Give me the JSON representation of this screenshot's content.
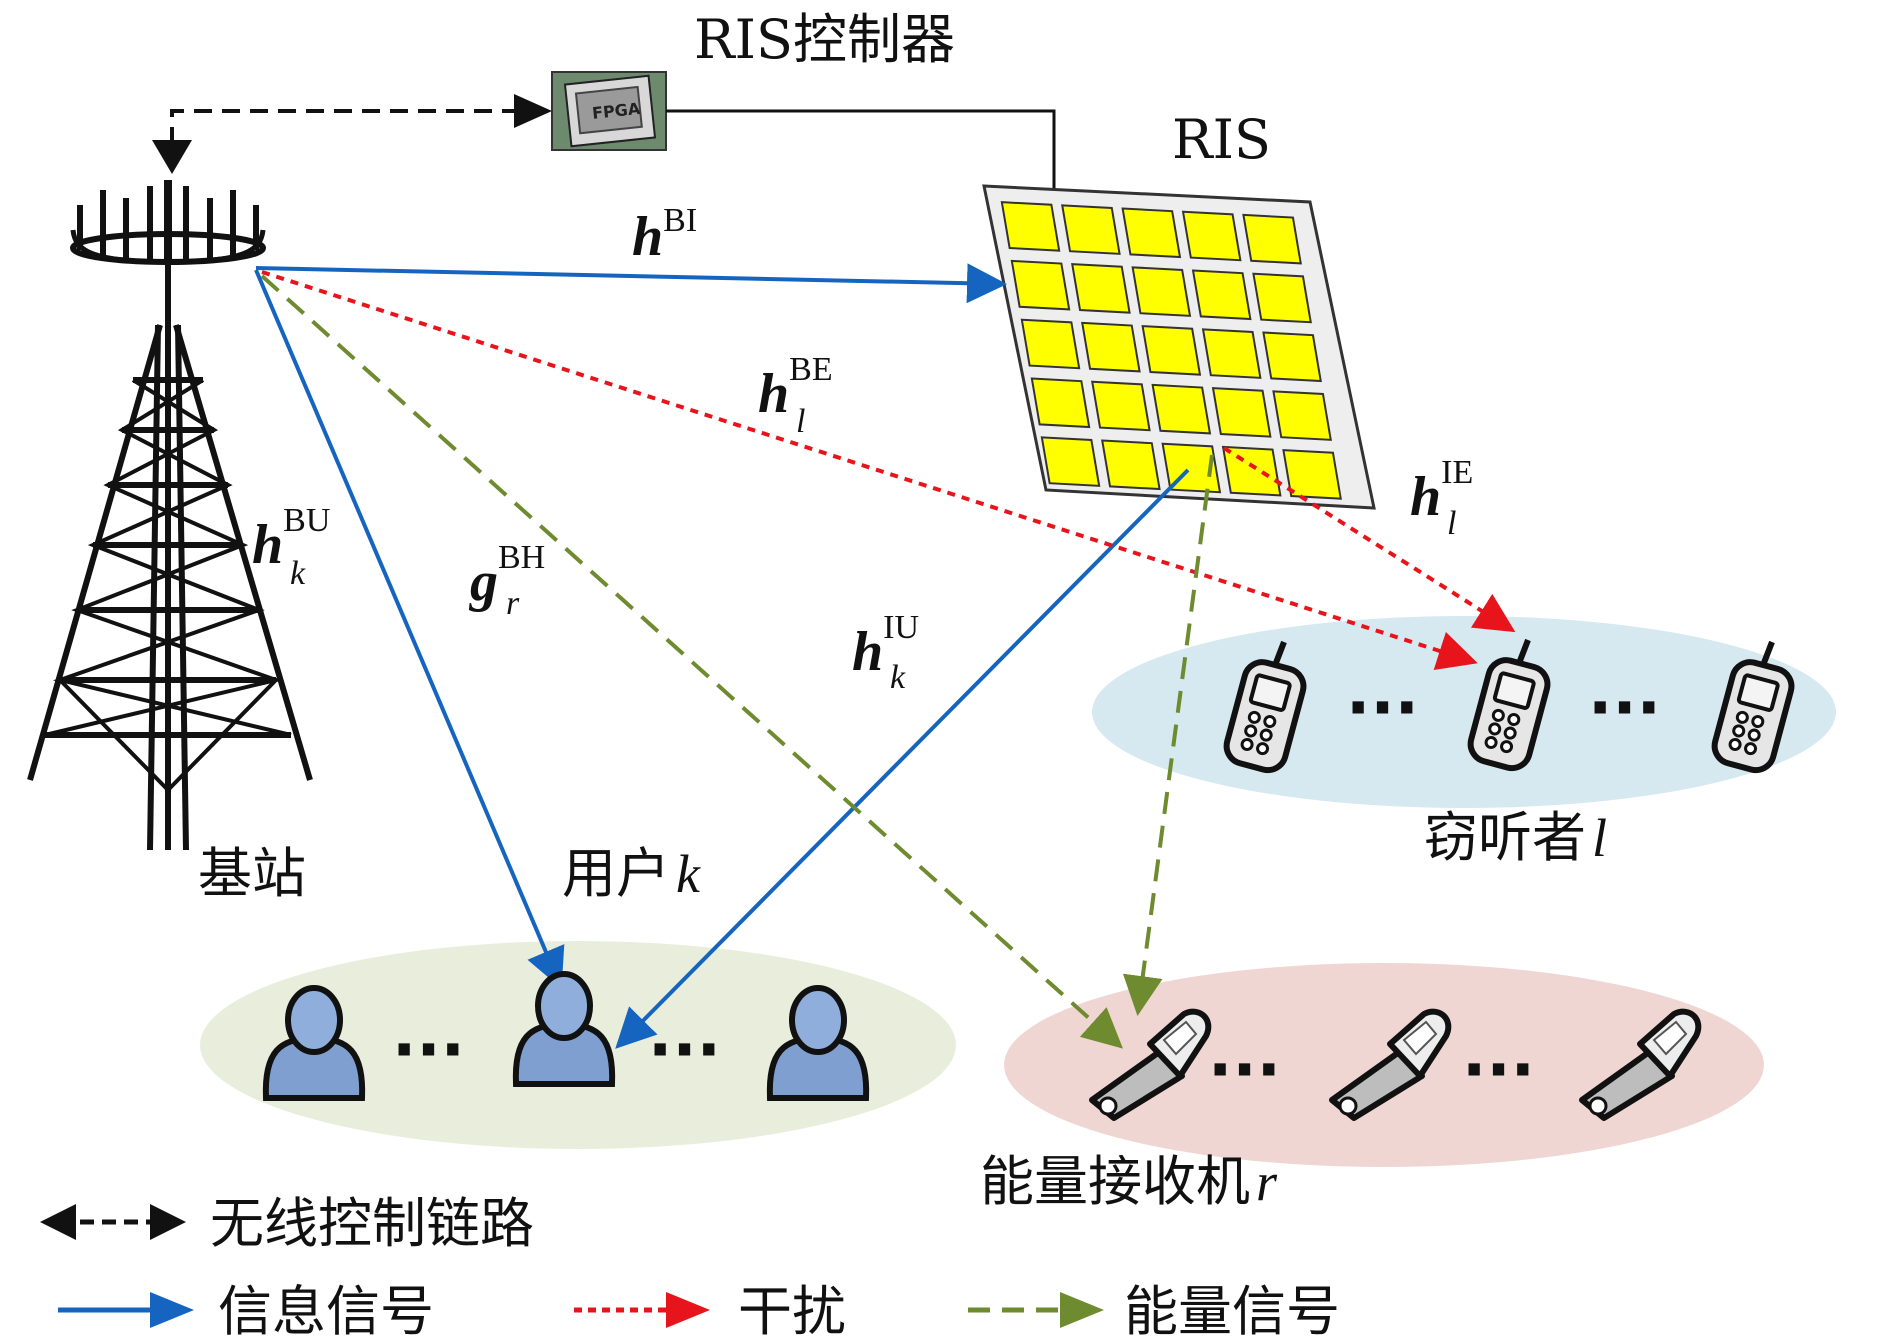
{
  "controller": {
    "label": "RIS控制器",
    "chip_text": "FPGA"
  },
  "ris": {
    "label": "RIS",
    "rows": 5,
    "cols": 5
  },
  "base_station": {
    "label": "基站"
  },
  "user_group": {
    "label": "用户",
    "index": "k"
  },
  "eavesdropper_group": {
    "label": "窃听者",
    "index": "l"
  },
  "energy_receiver_group": {
    "label": "能量接收机",
    "index": "r"
  },
  "channels": {
    "h_bi": {
      "symbol": "h",
      "sup": "BI",
      "sub": ""
    },
    "h_be": {
      "symbol": "h",
      "sup": "BE",
      "sub": "l"
    },
    "h_ie": {
      "symbol": "h",
      "sup": "IE",
      "sub": "l"
    },
    "h_bu": {
      "symbol": "h",
      "sup": "BU",
      "sub": "k"
    },
    "g_bh": {
      "symbol": "g",
      "sup": "BH",
      "sub": "r"
    },
    "h_iu": {
      "symbol": "h",
      "sup": "IU",
      "sub": "k"
    }
  },
  "dots": "···",
  "legend": {
    "control_link": "无线控制链路",
    "info_signal": "信息信号",
    "interference": "干扰",
    "energy_signal": "能量信号"
  },
  "colors": {
    "info": "#1565C0",
    "interference": "#E8141B",
    "energy": "#6E8B2F",
    "control": "#111111",
    "ris_cell": "#FFFF00",
    "ris_panel": "#EEEEEE",
    "user_ellipse": "#E9EEDC",
    "eaves_ellipse": "#D6E8F0",
    "energy_ellipse": "#F0D6D3",
    "person": "#7E9FD0"
  }
}
